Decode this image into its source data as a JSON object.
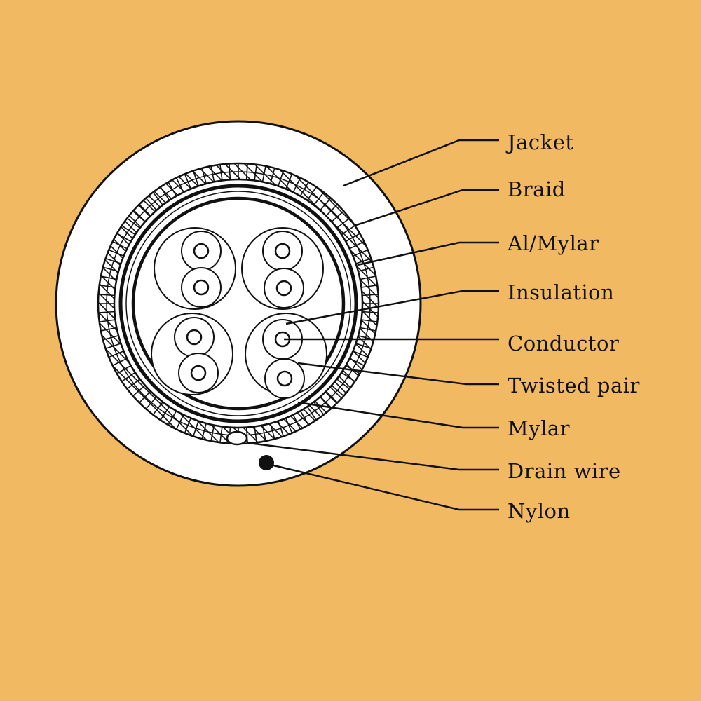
{
  "colors": {
    "background": "#f2b963",
    "cable_fill": "#ffffff",
    "ink": "#111111"
  },
  "labels": [
    {
      "key": "jacket",
      "text": "Jacket"
    },
    {
      "key": "braid",
      "text": "Braid"
    },
    {
      "key": "al_mylar",
      "text": "Al/Mylar"
    },
    {
      "key": "insulation",
      "text": "Insulation"
    },
    {
      "key": "conductor",
      "text": "Conductor"
    },
    {
      "key": "twisted_pair",
      "text": "Twisted pair"
    },
    {
      "key": "mylar",
      "text": "Mylar"
    },
    {
      "key": "drain_wire",
      "text": "Drain wire"
    },
    {
      "key": "nylon",
      "text": "Nylon"
    }
  ]
}
